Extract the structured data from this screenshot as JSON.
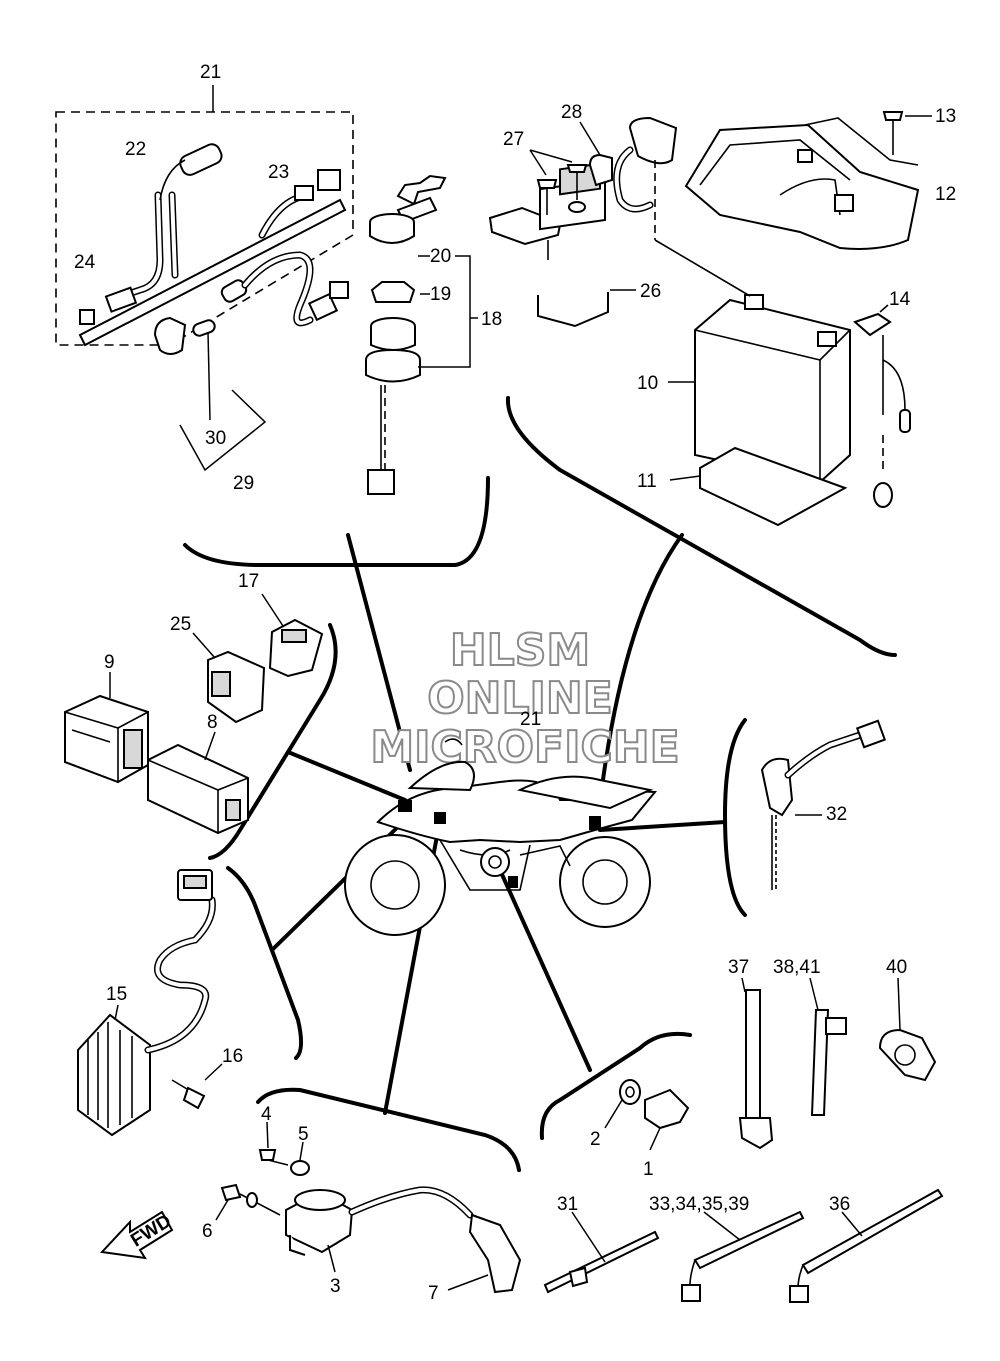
{
  "watermark": {
    "line1": "HLSM",
    "line2": "ONLINE",
    "line3": "MICROFICHE"
  },
  "direction_label": "FWD",
  "callouts": [
    {
      "id": "c1",
      "text": "1"
    },
    {
      "id": "c2",
      "text": "2"
    },
    {
      "id": "c3",
      "text": "3"
    },
    {
      "id": "c4",
      "text": "4"
    },
    {
      "id": "c5",
      "text": "5"
    },
    {
      "id": "c6",
      "text": "6"
    },
    {
      "id": "c7",
      "text": "7"
    },
    {
      "id": "c8",
      "text": "8"
    },
    {
      "id": "c9",
      "text": "9"
    },
    {
      "id": "c10",
      "text": "10"
    },
    {
      "id": "c11",
      "text": "11"
    },
    {
      "id": "c12",
      "text": "12"
    },
    {
      "id": "c13",
      "text": "13"
    },
    {
      "id": "c14",
      "text": "14"
    },
    {
      "id": "c15",
      "text": "15"
    },
    {
      "id": "c16",
      "text": "16"
    },
    {
      "id": "c17",
      "text": "17"
    },
    {
      "id": "c18",
      "text": "18"
    },
    {
      "id": "c19",
      "text": "19"
    },
    {
      "id": "c20",
      "text": "20"
    },
    {
      "id": "c21a",
      "text": "21"
    },
    {
      "id": "c21b",
      "text": "21"
    },
    {
      "id": "c22",
      "text": "22"
    },
    {
      "id": "c23",
      "text": "23"
    },
    {
      "id": "c24",
      "text": "24"
    },
    {
      "id": "c25",
      "text": "25"
    },
    {
      "id": "c26",
      "text": "26"
    },
    {
      "id": "c27",
      "text": "27"
    },
    {
      "id": "c28",
      "text": "28"
    },
    {
      "id": "c29",
      "text": "29"
    },
    {
      "id": "c30",
      "text": "30"
    },
    {
      "id": "c31",
      "text": "31"
    },
    {
      "id": "c32",
      "text": "32"
    },
    {
      "id": "c33",
      "text": "33,34,35,39"
    },
    {
      "id": "c36",
      "text": "36"
    },
    {
      "id": "c37",
      "text": "37"
    },
    {
      "id": "c38",
      "text": "38,41"
    },
    {
      "id": "c40",
      "text": "40"
    }
  ]
}
